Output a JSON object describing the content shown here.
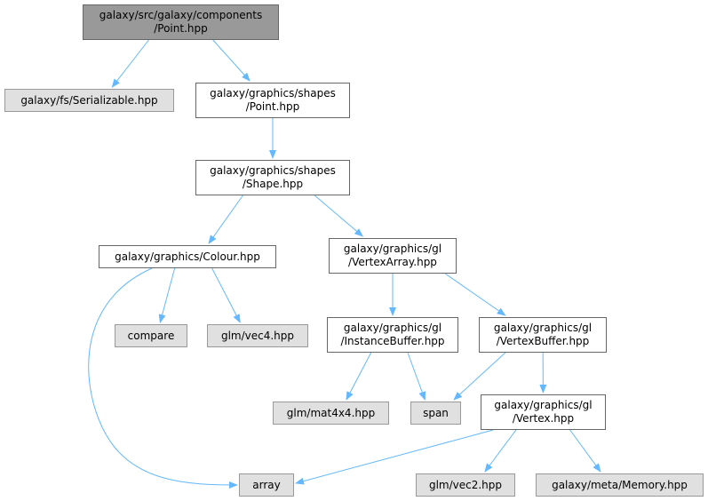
{
  "colors": {
    "edge": "#63b8ff",
    "root_fill": "#999999",
    "doc_fill": "#ffffff",
    "ext_fill": "#e0e0e0"
  },
  "nodes": {
    "point_component": "galaxy/src/galaxy/components\n/Point.hpp",
    "serializable": "galaxy/fs/Serializable.hpp",
    "shapes_point": "galaxy/graphics/shapes\n/Point.hpp",
    "shapes_shape": "galaxy/graphics/shapes\n/Shape.hpp",
    "colour": "galaxy/graphics/Colour.hpp",
    "vertex_array": "galaxy/graphics/gl\n/VertexArray.hpp",
    "compare": "compare",
    "vec4": "glm/vec4.hpp",
    "instance_buffer": "galaxy/graphics/gl\n/InstanceBuffer.hpp",
    "vertex_buffer": "galaxy/graphics/gl\n/VertexBuffer.hpp",
    "mat4x4": "glm/mat4x4.hpp",
    "span": "span",
    "vertex": "galaxy/graphics/gl\n/Vertex.hpp",
    "array": "array",
    "vec2": "glm/vec2.hpp",
    "memory": "galaxy/meta/Memory.hpp"
  },
  "edges": [
    [
      "point_component",
      "serializable"
    ],
    [
      "point_component",
      "shapes_point"
    ],
    [
      "shapes_point",
      "shapes_shape"
    ],
    [
      "shapes_shape",
      "colour"
    ],
    [
      "shapes_shape",
      "vertex_array"
    ],
    [
      "colour",
      "array"
    ],
    [
      "colour",
      "compare"
    ],
    [
      "colour",
      "vec4"
    ],
    [
      "vertex_array",
      "instance_buffer"
    ],
    [
      "vertex_array",
      "vertex_buffer"
    ],
    [
      "instance_buffer",
      "mat4x4"
    ],
    [
      "instance_buffer",
      "span"
    ],
    [
      "vertex_buffer",
      "span"
    ],
    [
      "vertex_buffer",
      "vertex"
    ],
    [
      "vertex",
      "array"
    ],
    [
      "vertex",
      "vec2"
    ],
    [
      "vertex",
      "memory"
    ]
  ]
}
